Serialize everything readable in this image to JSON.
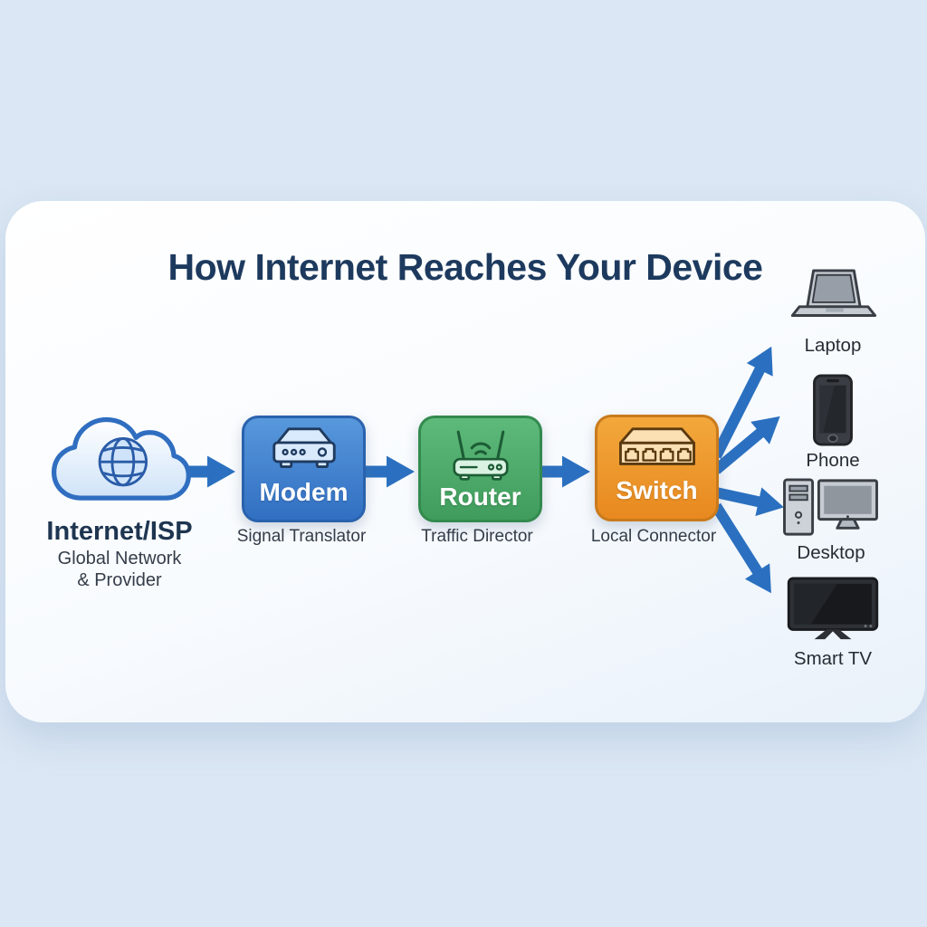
{
  "title": "How Internet Reaches Your Device",
  "source": {
    "label": "Internet/ISP",
    "description_line1": "Global Network",
    "description_line2": "& Provider",
    "icon": "cloud-globe-icon"
  },
  "nodes": [
    {
      "id": "modem",
      "label": "Modem",
      "description": "Signal Translator",
      "color": "#3b7fd0",
      "icon": "modem-icon"
    },
    {
      "id": "router",
      "label": "Router",
      "description": "Traffic Director",
      "color": "#4aa968",
      "icon": "router-icon"
    },
    {
      "id": "switch",
      "label": "Switch",
      "description": "Local Connector",
      "color": "#ef9a31",
      "icon": "switch-icon"
    }
  ],
  "devices": [
    {
      "label": "Laptop",
      "icon": "laptop-icon"
    },
    {
      "label": "Phone",
      "icon": "phone-icon"
    },
    {
      "label": "Desktop",
      "icon": "desktop-icon"
    },
    {
      "label": "Smart TV",
      "icon": "smart-tv-icon"
    }
  ],
  "colors": {
    "page_background": "#dbe7f4",
    "card_background": "#f8fbfe",
    "title_text": "#1d3a5e",
    "arrow": "#2b70c0",
    "modem_fill": "#3b7fd0",
    "router_fill": "#4aa968",
    "switch_fill": "#ef9a31",
    "description_text": "#333c48"
  }
}
